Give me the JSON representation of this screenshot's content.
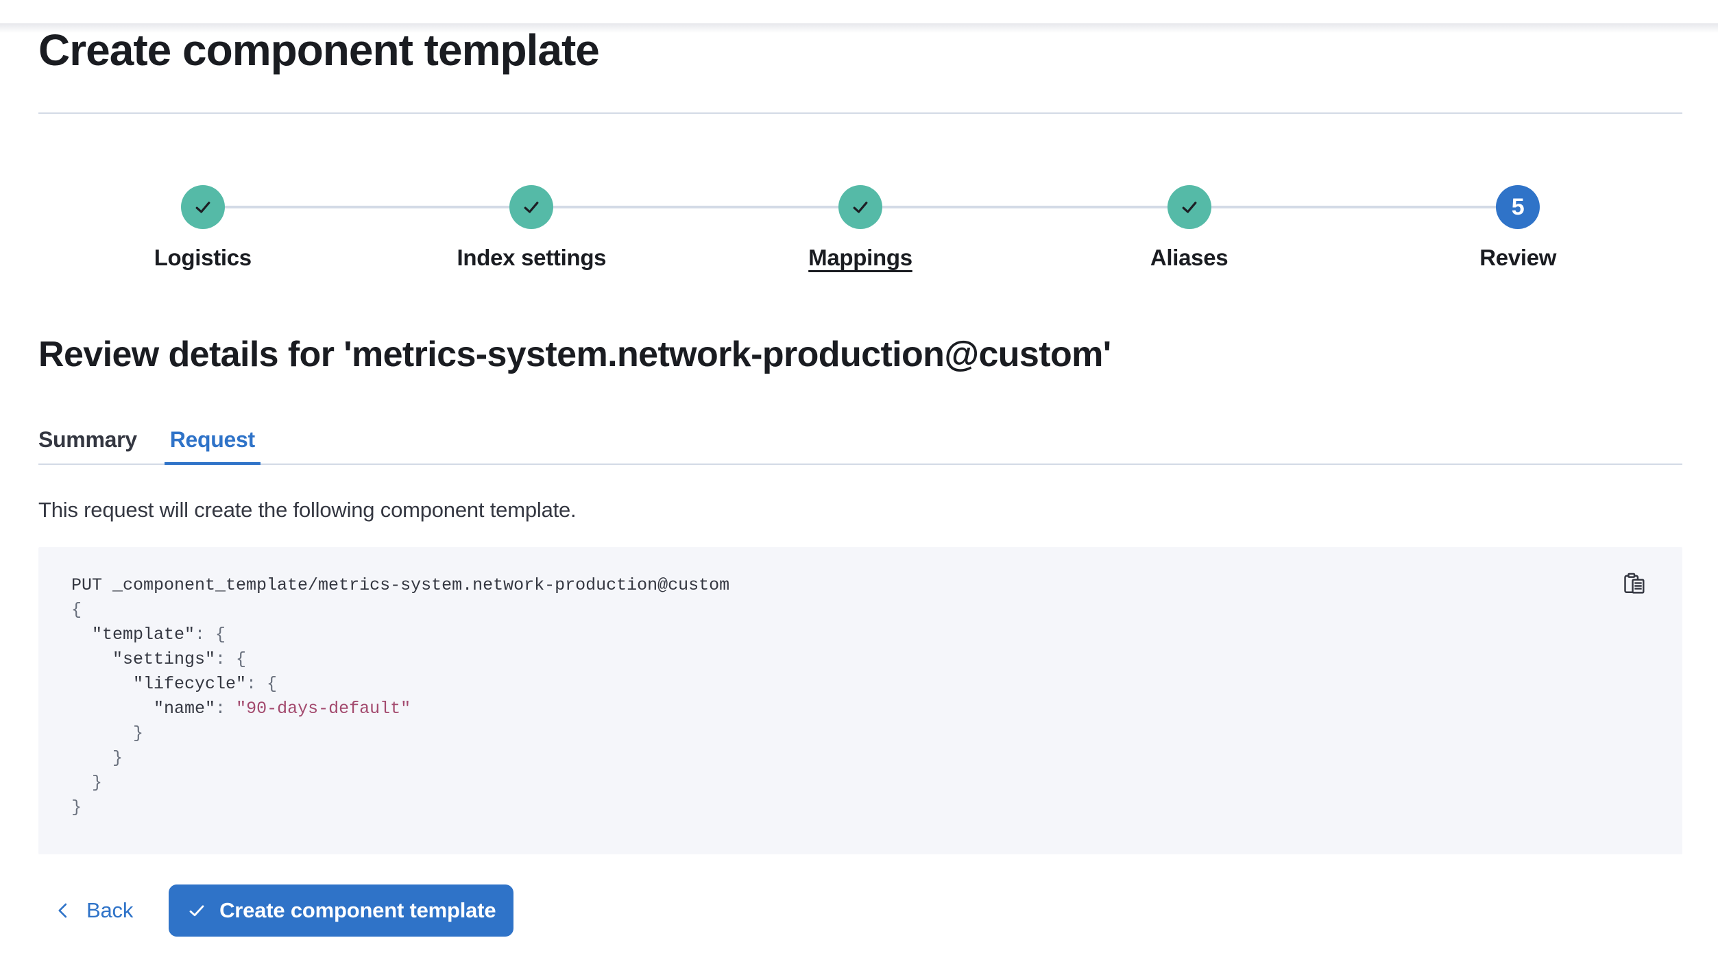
{
  "header": {
    "title": "Create component template"
  },
  "stepper": {
    "steps": [
      {
        "label": "Logistics",
        "status": "complete",
        "icon": "check-icon"
      },
      {
        "label": "Index settings",
        "status": "complete",
        "icon": "check-icon"
      },
      {
        "label": "Mappings",
        "status": "complete",
        "icon": "check-icon",
        "underlined": true
      },
      {
        "label": "Aliases",
        "status": "complete",
        "icon": "check-icon"
      },
      {
        "label": "Review",
        "status": "current",
        "number": "5"
      }
    ]
  },
  "review": {
    "heading": "Review details for 'metrics-system.network-production@custom'",
    "tabs": [
      {
        "label": "Summary",
        "selected": false
      },
      {
        "label": "Request",
        "selected": true
      }
    ],
    "description": "This request will create the following component template."
  },
  "code": {
    "copy_icon": "copy-clipboard-icon",
    "lines": [
      [
        [
          "plain",
          "PUT _component_template/metrics-system.network-production@custom"
        ]
      ],
      [
        [
          "punct",
          "{"
        ]
      ],
      [
        [
          "plain",
          "  "
        ],
        [
          "key",
          "\"template\""
        ],
        [
          "punct",
          ": {"
        ]
      ],
      [
        [
          "plain",
          "    "
        ],
        [
          "key",
          "\"settings\""
        ],
        [
          "punct",
          ": {"
        ]
      ],
      [
        [
          "plain",
          "      "
        ],
        [
          "key",
          "\"lifecycle\""
        ],
        [
          "punct",
          ": {"
        ]
      ],
      [
        [
          "plain",
          "        "
        ],
        [
          "key",
          "\"name\""
        ],
        [
          "punct",
          ": "
        ],
        [
          "string",
          "\"90-days-default\""
        ]
      ],
      [
        [
          "punct",
          "      }"
        ]
      ],
      [
        [
          "punct",
          "    }"
        ]
      ],
      [
        [
          "punct",
          "  }"
        ]
      ],
      [
        [
          "punct",
          "}"
        ]
      ]
    ]
  },
  "footer": {
    "back_label": "Back",
    "create_label": "Create component template"
  },
  "colors": {
    "primary_blue": "#2F73C8",
    "success_teal": "#55BAA7",
    "code_string_rose": "#A34A6E",
    "panel_background": "#F5F6FA",
    "divider": "#D3DAE6",
    "text_dark": "#1A1C21",
    "text_medium": "#343741",
    "punctuation_gray": "#69707D"
  }
}
